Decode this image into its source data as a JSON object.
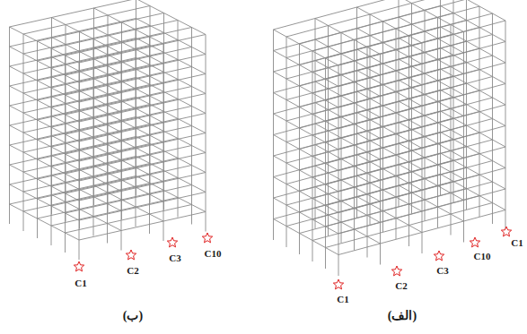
{
  "diagram": {
    "labels": [
      "C1",
      "C2",
      "C3",
      "C10",
      "C1",
      "C2",
      "C3",
      "C10",
      "C1",
      "(ب)",
      "(الف)"
    ]
  }
}
